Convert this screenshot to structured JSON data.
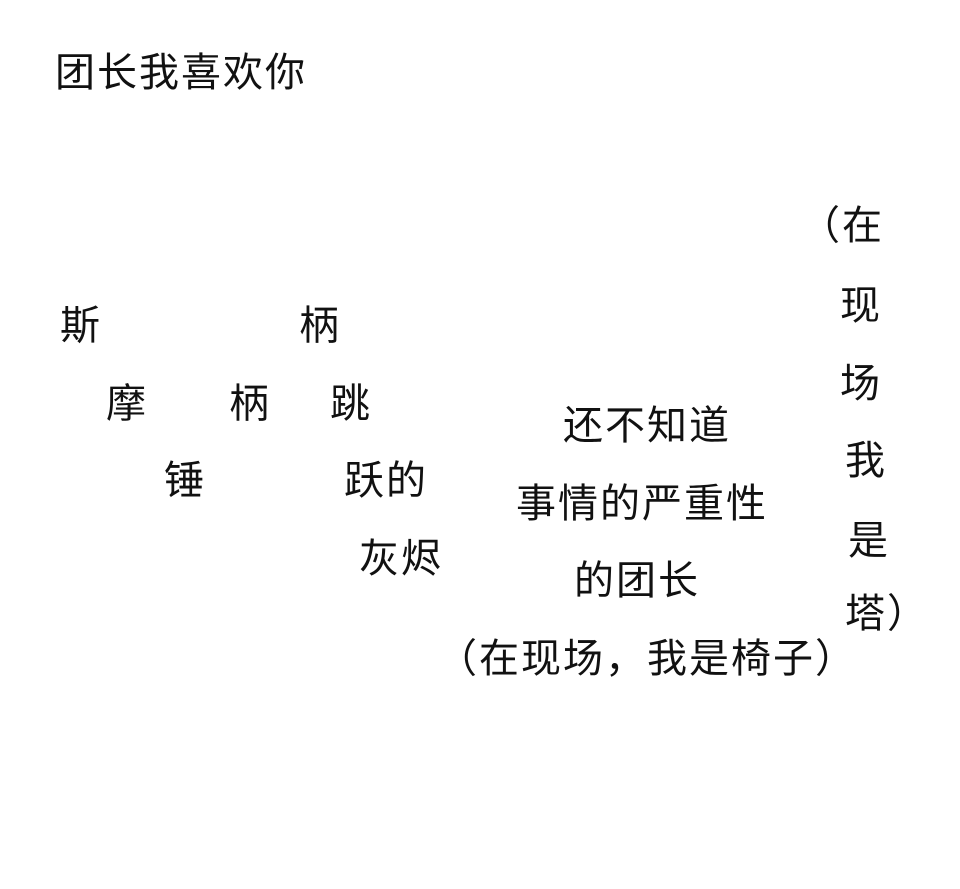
{
  "title": "团长我喜欢你",
  "scattered": [
    "斯",
    "柄",
    "摩",
    "柄",
    "跳",
    "锤",
    "跃的",
    "灰烬"
  ],
  "center_lines": [
    "还不知道",
    "事情的严重性",
    "的团长",
    "（在现场，我是椅子）"
  ],
  "right_column": [
    "（在",
    "现",
    "场",
    "我",
    "是",
    "塔）"
  ],
  "colors": {
    "background": "#ffffff",
    "text": "#111111"
  }
}
